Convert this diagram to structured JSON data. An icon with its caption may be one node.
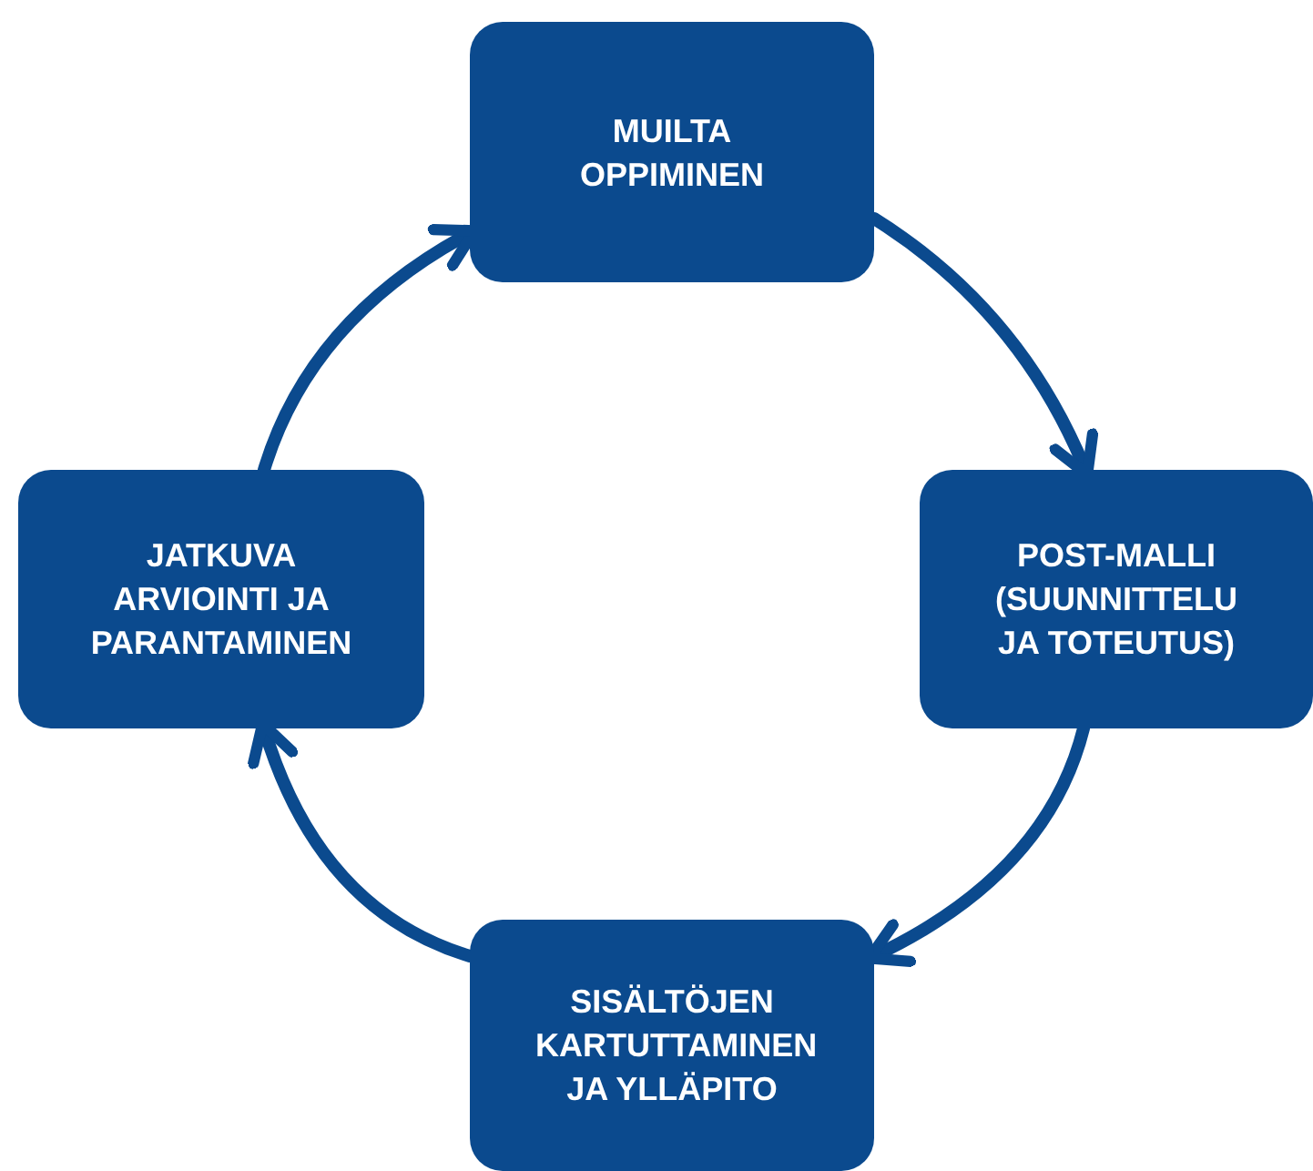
{
  "diagram": {
    "nodes": [
      {
        "text": [
          "MUILTA OPPIMINEN"
        ]
      },
      {
        "text": [
          "POST-MALLI (SUUNNITTELU JA TOTEUTUS)"
        ]
      },
      {
        "text": [
          "SISÄLTÖJEN KARTUTTAMINEN JA YLLÄPITO"
        ]
      },
      {
        "text": [
          "JATKUVA ARVIOINTI JA PARANTAMINEN"
        ]
      }
    ],
    "edges": [
      {
        "from": 0,
        "to": 1,
        "arrow": "to"
      },
      {
        "from": 1,
        "to": 2,
        "arrow": "to"
      },
      {
        "from": 2,
        "to": 3,
        "arrow": "to"
      },
      {
        "from": 3,
        "to": 0,
        "arrow": "to"
      }
    ]
  }
}
